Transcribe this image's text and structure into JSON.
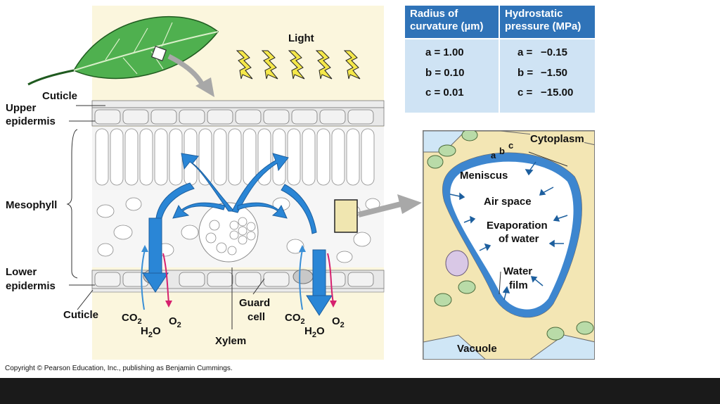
{
  "labels": {
    "light": "Light",
    "cuticle_top": "Cuticle",
    "upper_epidermis_1": "Upper",
    "upper_epidermis_2": "epidermis",
    "mesophyll": "Mesophyll",
    "lower_epidermis_1": "Lower",
    "lower_epidermis_2": "epidermis",
    "cuticle_bottom": "Cuticle",
    "guard_cell_1": "Guard",
    "guard_cell_2": "cell",
    "xylem": "Xylem",
    "co2": "CO",
    "co2_sub": "2",
    "o2": "O",
    "o2_sub": "2",
    "h2o": "H",
    "h2o_sub": "2",
    "h2o_tail": "O"
  },
  "table": {
    "header_col1_line1": "Radius of",
    "header_col1_line2": "curvature (µm)",
    "header_col2_line1": "Hydrostatic",
    "header_col2_line2": "pressure (MPa)",
    "radius": [
      "a = 1.00",
      "b = 0.10",
      "c = 0.01"
    ],
    "pressure_keys": [
      "a =",
      "b =",
      "c ="
    ],
    "pressure_vals": [
      "−0.15",
      "−1.50",
      "−15.00"
    ],
    "header_color": "#2f73b8",
    "body_color": "#cfe3f4"
  },
  "inset": {
    "cytoplasm": "Cytoplasm",
    "abc": [
      "a",
      "b",
      "c"
    ],
    "meniscus": "Meniscus",
    "air_space": "Air space",
    "evaporation_1": "Evaporation",
    "evaporation_2": "of water",
    "water_film_1": "Water",
    "water_film_2": "film",
    "vacuole": "Vacuole"
  },
  "copyright": "Copyright © Pearson Education, Inc., publishing as Benjamin Cummings.",
  "colors": {
    "arrow_blue": "#2a86d6",
    "leaf_green": "#4fb04f",
    "panel_bg": "#fbf6dd",
    "co2_arrow": "#3a8fd6",
    "o2_arrow": "#d6206e"
  }
}
